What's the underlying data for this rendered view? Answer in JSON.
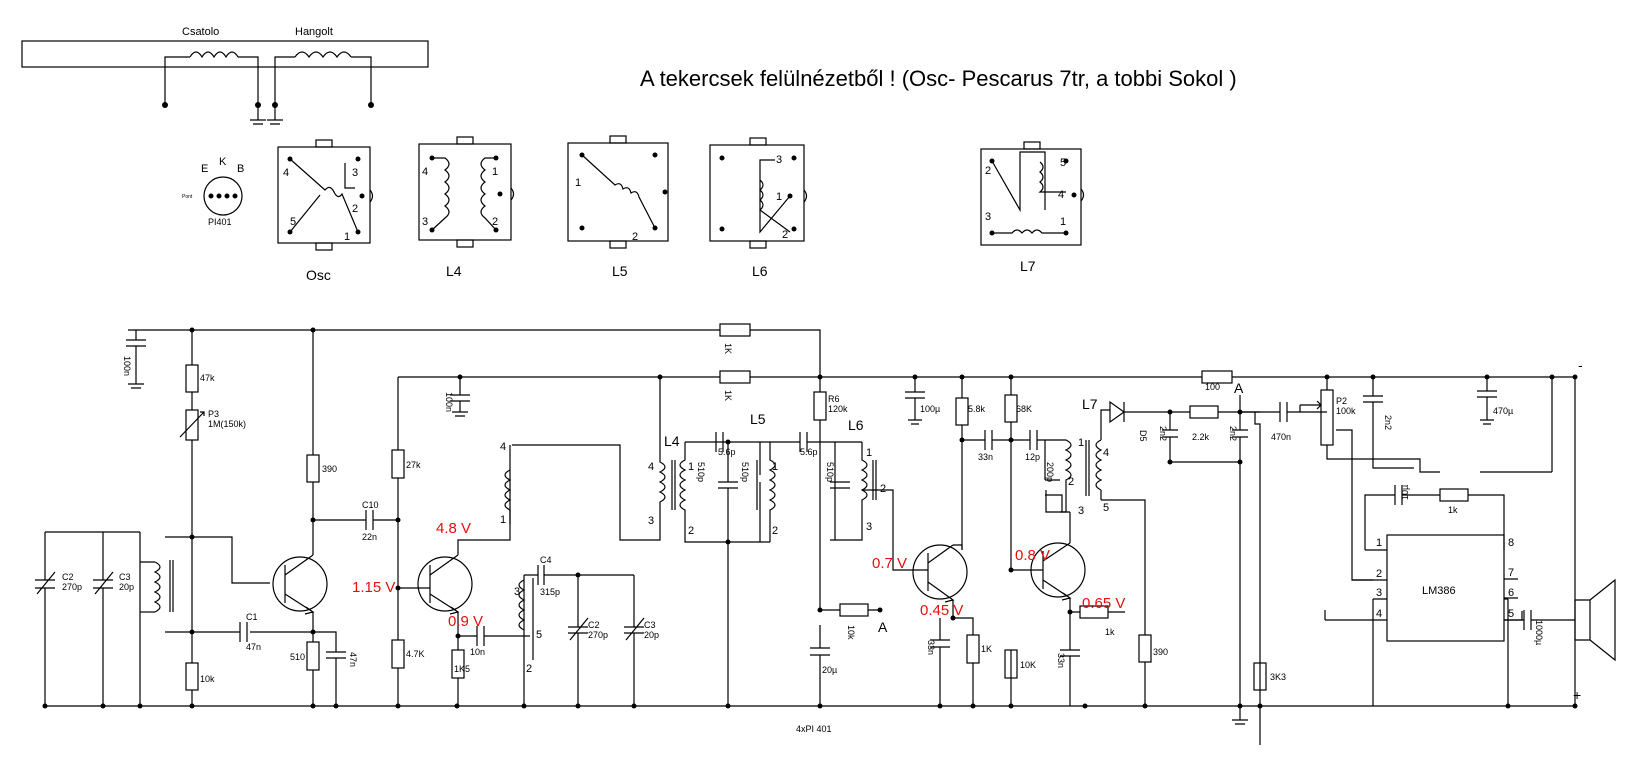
{
  "title": "A tekercsek felülnézetből ! (Osc- Pescarus 7tr,  a tobbi Sokol )",
  "coil_strip": {
    "coupling_label": "Csatolo",
    "tuned_label": "Hangolt"
  },
  "transistor_pinout": {
    "emitter": "E",
    "collector": "K",
    "base": "B",
    "type": "PI401",
    "tiny": "Pont"
  },
  "coil_views": [
    {
      "name": "Osc",
      "pins": [
        "4",
        "3",
        "2",
        "5",
        "1"
      ]
    },
    {
      "name": "L4",
      "pins": [
        "4",
        "1",
        "3",
        "2"
      ]
    },
    {
      "name": "L5",
      "pins": [
        "1",
        "2"
      ]
    },
    {
      "name": "L6",
      "pins": [
        "3",
        "1",
        "2"
      ]
    },
    {
      "name": "L7",
      "pins": [
        "2",
        "5",
        "4",
        "3",
        "1"
      ]
    }
  ],
  "components": {
    "c_100n_a": "100n",
    "r_47k": "47k",
    "p3": "P3",
    "p3_val": "1M(150k)",
    "c2a": "C2",
    "c2a_val": "270p",
    "c3a": "C3",
    "c3a_val": "20p",
    "c1": "C1",
    "c1_val": "47n",
    "r_10k_a": "10k",
    "r_390_a": "390",
    "r_510": "510",
    "c_47n": "47n",
    "c10": "C10",
    "c10_val": "22n",
    "r_27k": "27k",
    "c_100n_b": "100n",
    "r_4k7": "4.7K",
    "r_1k5": "1K5",
    "c_10n": "10n",
    "c4": "C4",
    "c4_val": "315p",
    "c2b": "C2",
    "c2b_val": "270p",
    "c3b": "C3",
    "c3b_val": "20p",
    "r_1k_top": "1K",
    "r_1k_mid": "1K",
    "l4": "L4",
    "l5": "L5",
    "l6": "L6",
    "c_5p6_a": "5.6p",
    "c_5p6_b": "5.6p",
    "c_510p_a": "510p",
    "c_510p_b": "510p",
    "c_510p_c": "510p",
    "r6": "R6",
    "r6_val": "120k",
    "r_10k_b": "10k",
    "c_20u": "20µ",
    "c_100u": "100µ",
    "r_5k8": "5.8k",
    "c_33n_a": "33n",
    "c_33n_b": "33n",
    "r_1k_e": "1K",
    "r_68k": "68K",
    "c_12p": "12p",
    "c_200p": "200p",
    "r_10k_c": "10K",
    "c_33n_c": "33n",
    "r_1k_f": "1k",
    "r_390_b": "390",
    "l7": "L7",
    "d5": "D5",
    "c_2n2_a": "2n2",
    "r_2k2": "2.2k",
    "c_2n2_b": "2n2",
    "r_3k3": "3K3",
    "c_470n": "470n",
    "r_100": "100",
    "p2": "P2",
    "p2_val": "100k",
    "c_2n2_c": "2n2",
    "c_470u": "470µ",
    "c_10u": "10µ",
    "r_1k_g": "1k",
    "lm386": "LM386",
    "c_1000u": "1000µ",
    "bottom_label": "4xPI 401",
    "node_a1": "A",
    "node_a2": "A",
    "minus": "-",
    "plus": "+"
  },
  "voltages": {
    "v1": "4.8 V",
    "v2": "1.15 V",
    "v3": "0.9 V",
    "v4": "0.7 V",
    "v5": "0.45 V",
    "v6": "0.8 V",
    "v7": "0.65 V"
  },
  "pin_numbers": {
    "t1": "4",
    "t2": "1",
    "t3": "3",
    "t4": "5",
    "t5": "2",
    "l4a": "4",
    "l4b": "3",
    "l5a": "1",
    "l5b": "2",
    "l5c": "1",
    "l5d": "2",
    "l6a": "1",
    "l6b": "2",
    "l6c": "3",
    "l7a": "1",
    "l7b": "4",
    "l7c": "2",
    "l7d": "3",
    "l7e": "5",
    "ic1": "1",
    "ic2": "2",
    "ic3": "3",
    "ic4": "4",
    "ic5": "5",
    "ic6": "6",
    "ic7": "7",
    "ic8": "8"
  },
  "colors": {
    "ink": "#000000",
    "voltage": "#e01010",
    "background": "#ffffff"
  }
}
